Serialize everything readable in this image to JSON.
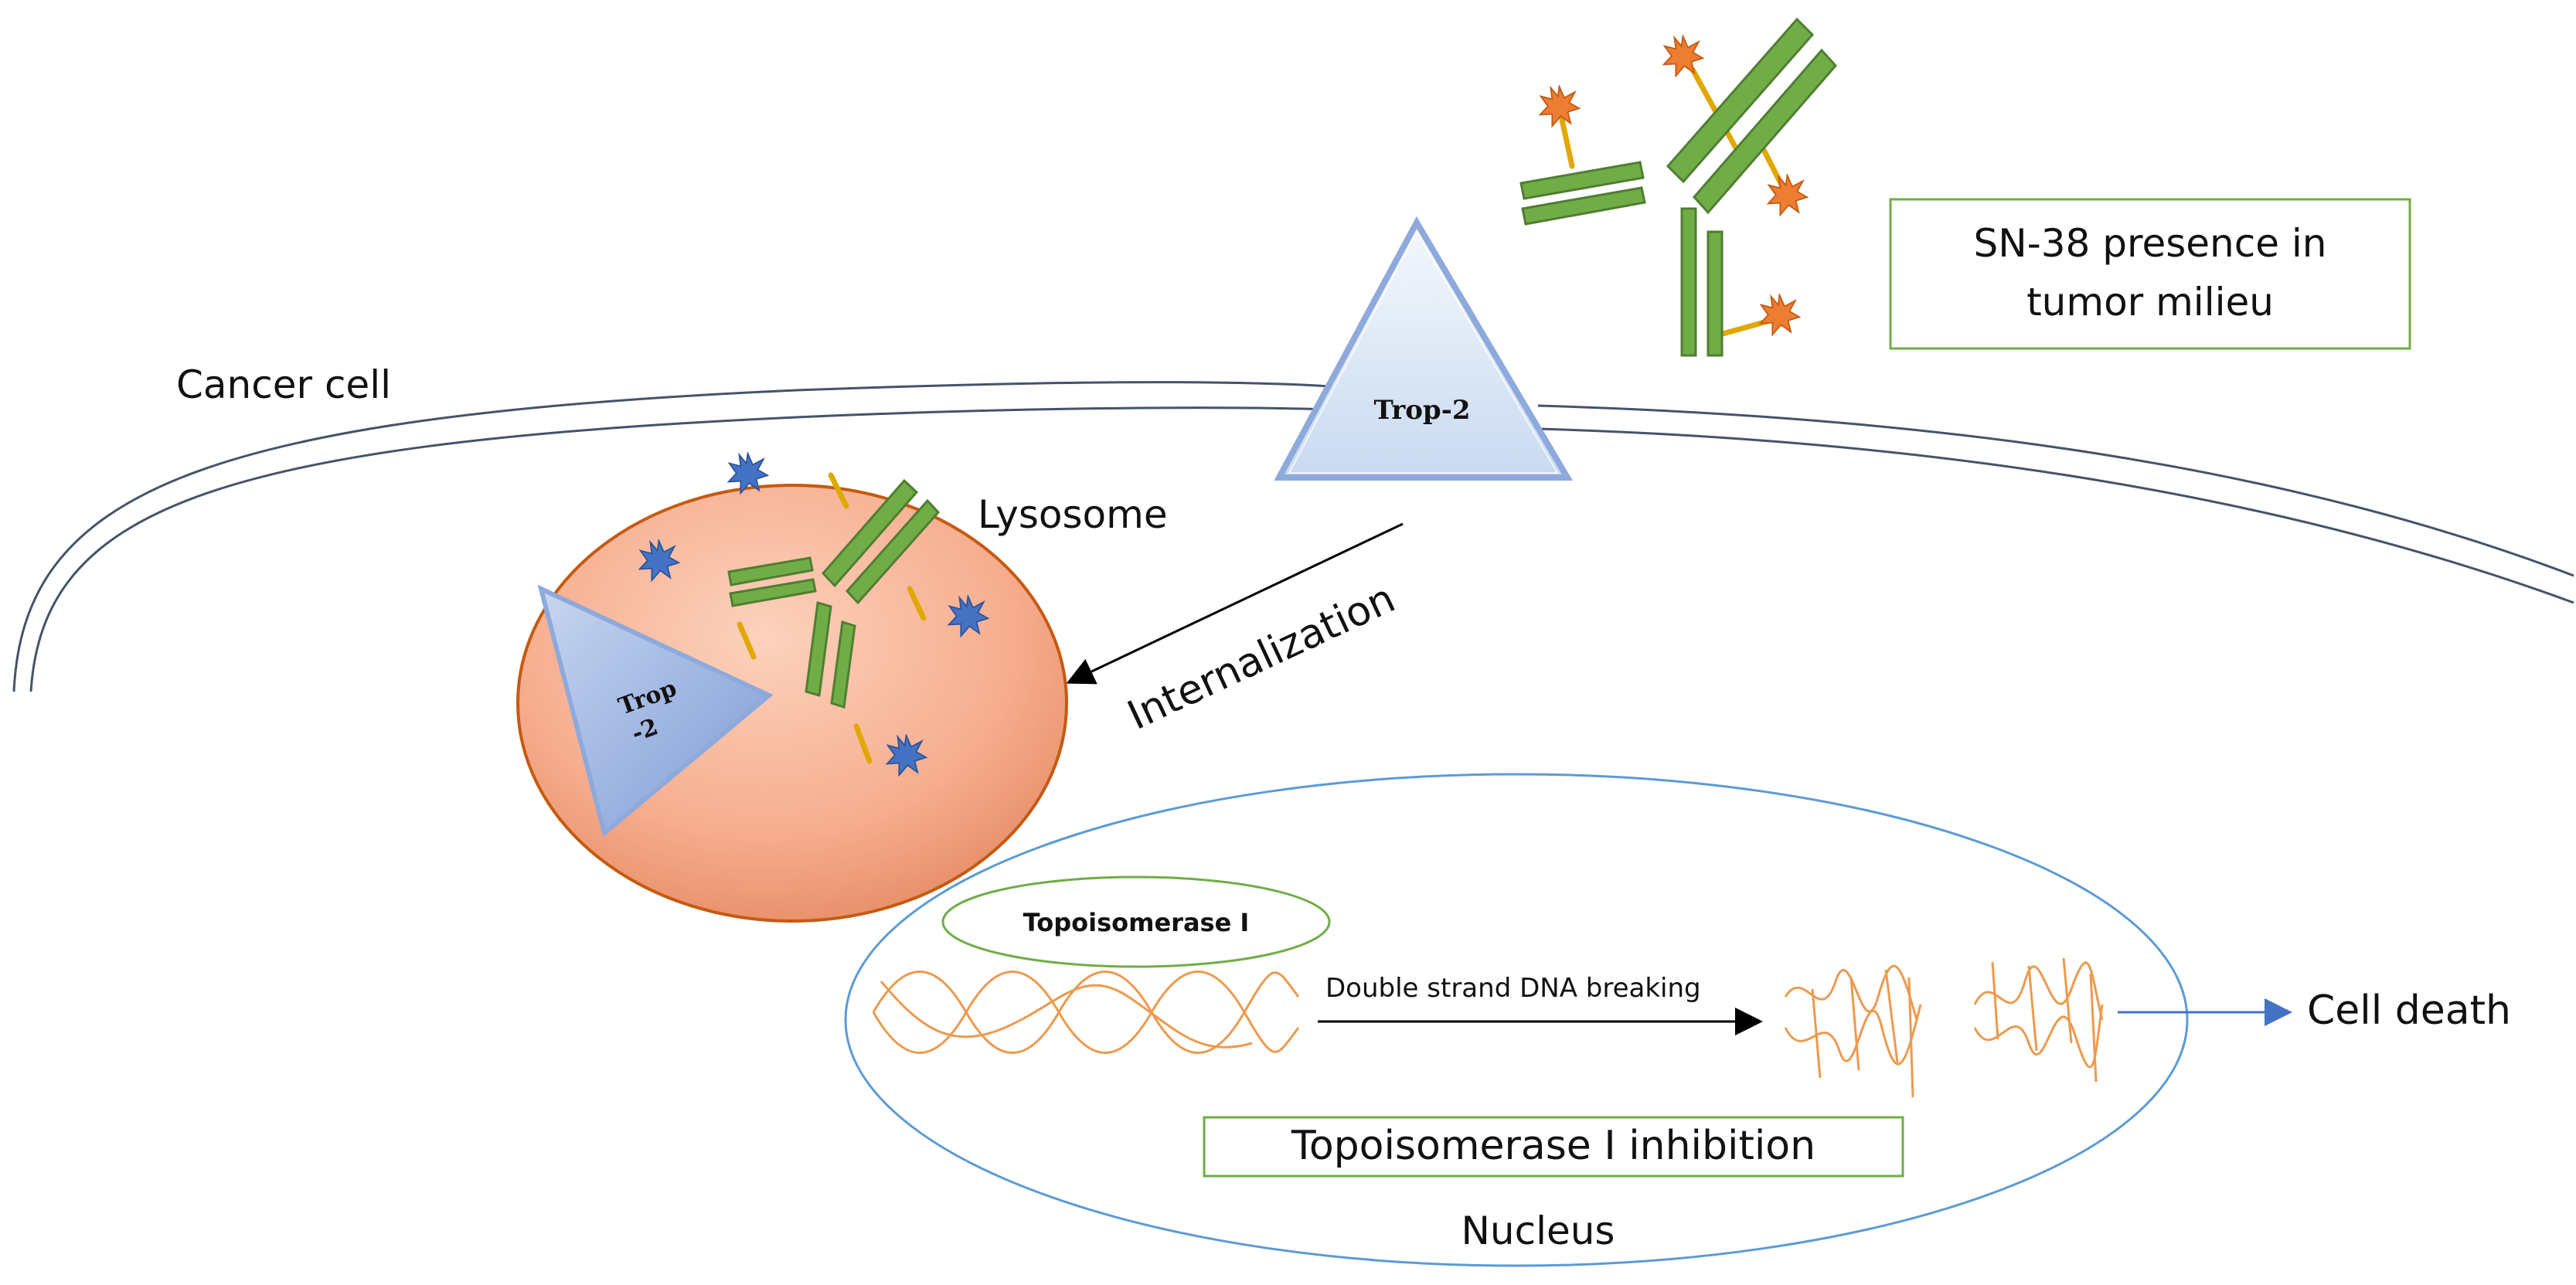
{
  "labels": {
    "cancer_cell": "Cancer cell",
    "trop2_receptor": "Trop-2",
    "sn38_line1": "SN-38 presence in",
    "sn38_line2": "tumor milieu",
    "lysosome": "Lysosome",
    "internalization": "Internalization",
    "trop2_lyso_line1": "Trop",
    "trop2_lyso_line2": "-2",
    "topoisomerase": "Topoisomerase I",
    "dna_breaking": "Double strand DNA breaking",
    "cell_death": "Cell death",
    "inhibition": "Topoisomerase I inhibition",
    "nucleus": "Nucleus"
  },
  "colors": {
    "membrane": "#44546a",
    "antibody": "#70ad47",
    "antibody_edge": "#507e32",
    "linker": "#e0a800",
    "payload_outer": "#ed7d31",
    "payload_inner": "#4472c4",
    "lysosome_fill": "#f8b294",
    "receptor_fill": "#d6e4f5",
    "receptor_dark": "#8ea9db",
    "nucleus_stroke": "#5b9bd5",
    "dna": "#ed9a4f",
    "box_stroke": "#70ad47"
  }
}
